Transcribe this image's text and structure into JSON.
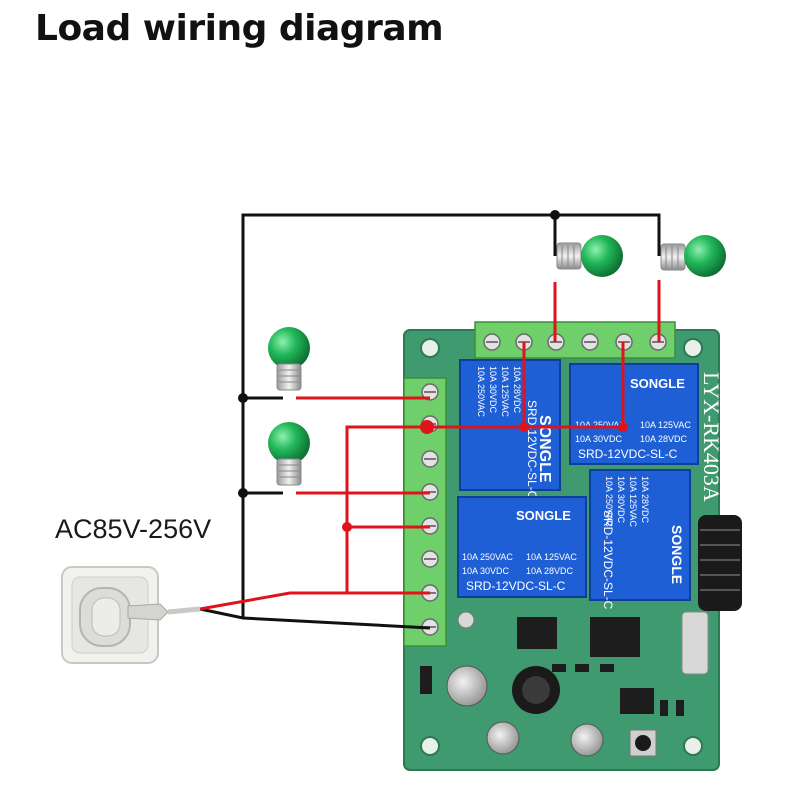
{
  "title": "Load wiring diagram",
  "power": {
    "voltage_label": "AC85V-256V"
  },
  "board": {
    "model": "LYX-RK403A"
  },
  "relays": [
    {
      "brand": "SONGLE",
      "rating1": "10A 250VAC",
      "rating2": "10A 125VAC",
      "rating3": "10A 30VDC",
      "rating4": "10A 28VDC",
      "model": "SRD-12VDC-SL-C"
    },
    {
      "brand": "SONGLE",
      "rating1": "10A 250VAC",
      "rating2": "10A 125VAC",
      "rating3": "10A 30VDC",
      "rating4": "10A 28VDC",
      "model": "SRD-12VDC-SL-C"
    },
    {
      "brand": "SONGLE",
      "rating1": "10A 250VAC",
      "rating2": "10A 125VAC",
      "rating3": "10A 30VDC",
      "rating4": "10A 28VDC",
      "model": "SRD-12VDC-SL-C"
    },
    {
      "brand": "SONGLE",
      "rating1": "10A 250VAC",
      "rating2": "10A 125VAC",
      "rating3": "10A 30VDC",
      "rating4": "10A 28VDC",
      "model": "SRD-12VDC-SL-C"
    }
  ],
  "colors": {
    "live_wire": "#e0131b",
    "neutral_wire": "#111111",
    "bulb": "#1faa4f",
    "pcb": "#3f9a6f",
    "terminal": "#6fcf6a",
    "relay": "#1f5fd6"
  }
}
